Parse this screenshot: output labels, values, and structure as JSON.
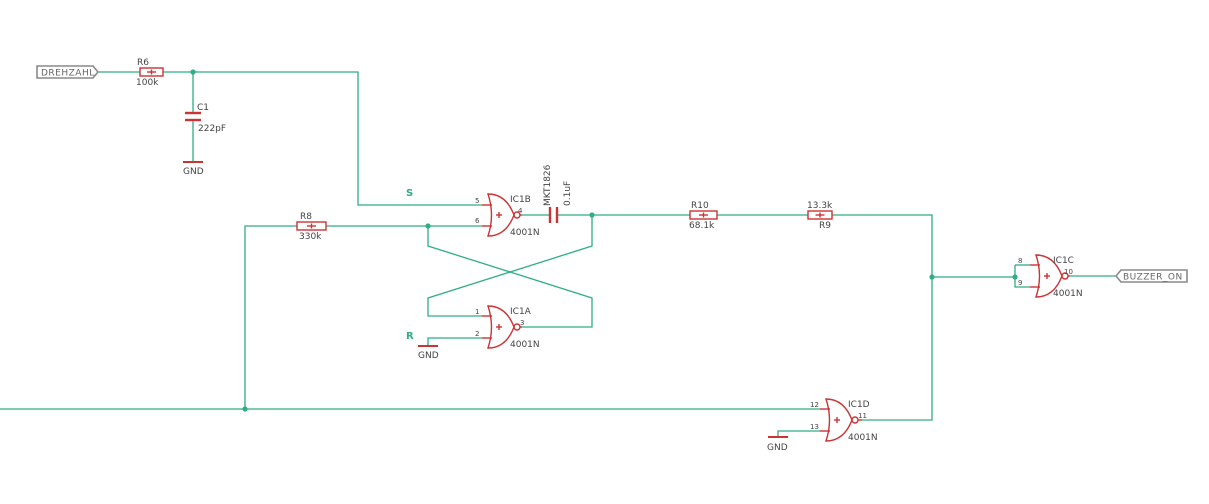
{
  "colors": {
    "wire": "#2eae84",
    "part": "#cc3333",
    "label": "#444444",
    "port": "#8a8a8a",
    "background": "#ffffff"
  },
  "ports": {
    "drehzahl": "DREHZAHL",
    "buzzer_on": "BUZZER_ON"
  },
  "resistors": {
    "r6": {
      "name": "R6",
      "value": "100k"
    },
    "r8": {
      "name": "R8",
      "value": "330k"
    },
    "r10": {
      "name": "R10",
      "value": "68.1k"
    },
    "r9": {
      "name": "R9",
      "value": "13.3k"
    }
  },
  "capacitors": {
    "c1": {
      "name": "C1",
      "value": "222pF"
    },
    "c2": {
      "name": "MKT1826",
      "value": "0.1uF"
    }
  },
  "gates": {
    "ic1b": {
      "name": "IC1B",
      "part": "4001N",
      "pin_in1": "5",
      "pin_in2": "6",
      "pin_out": "4"
    },
    "ic1a": {
      "name": "IC1A",
      "part": "4001N",
      "pin_in1": "1",
      "pin_in2": "2",
      "pin_out": "3"
    },
    "ic1c": {
      "name": "IC1C",
      "part": "4001N",
      "pin_in1": "8",
      "pin_in2": "9",
      "pin_out": "10"
    },
    "ic1d": {
      "name": "IC1D",
      "part": "4001N",
      "pin_in1": "12",
      "pin_in2": "13",
      "pin_out": "11"
    }
  },
  "grounds": {
    "gnd_c1": "GND",
    "gnd_ic1a": "GND",
    "gnd_ic1d": "GND"
  },
  "net_labels": {
    "s": "S",
    "r": "R"
  }
}
